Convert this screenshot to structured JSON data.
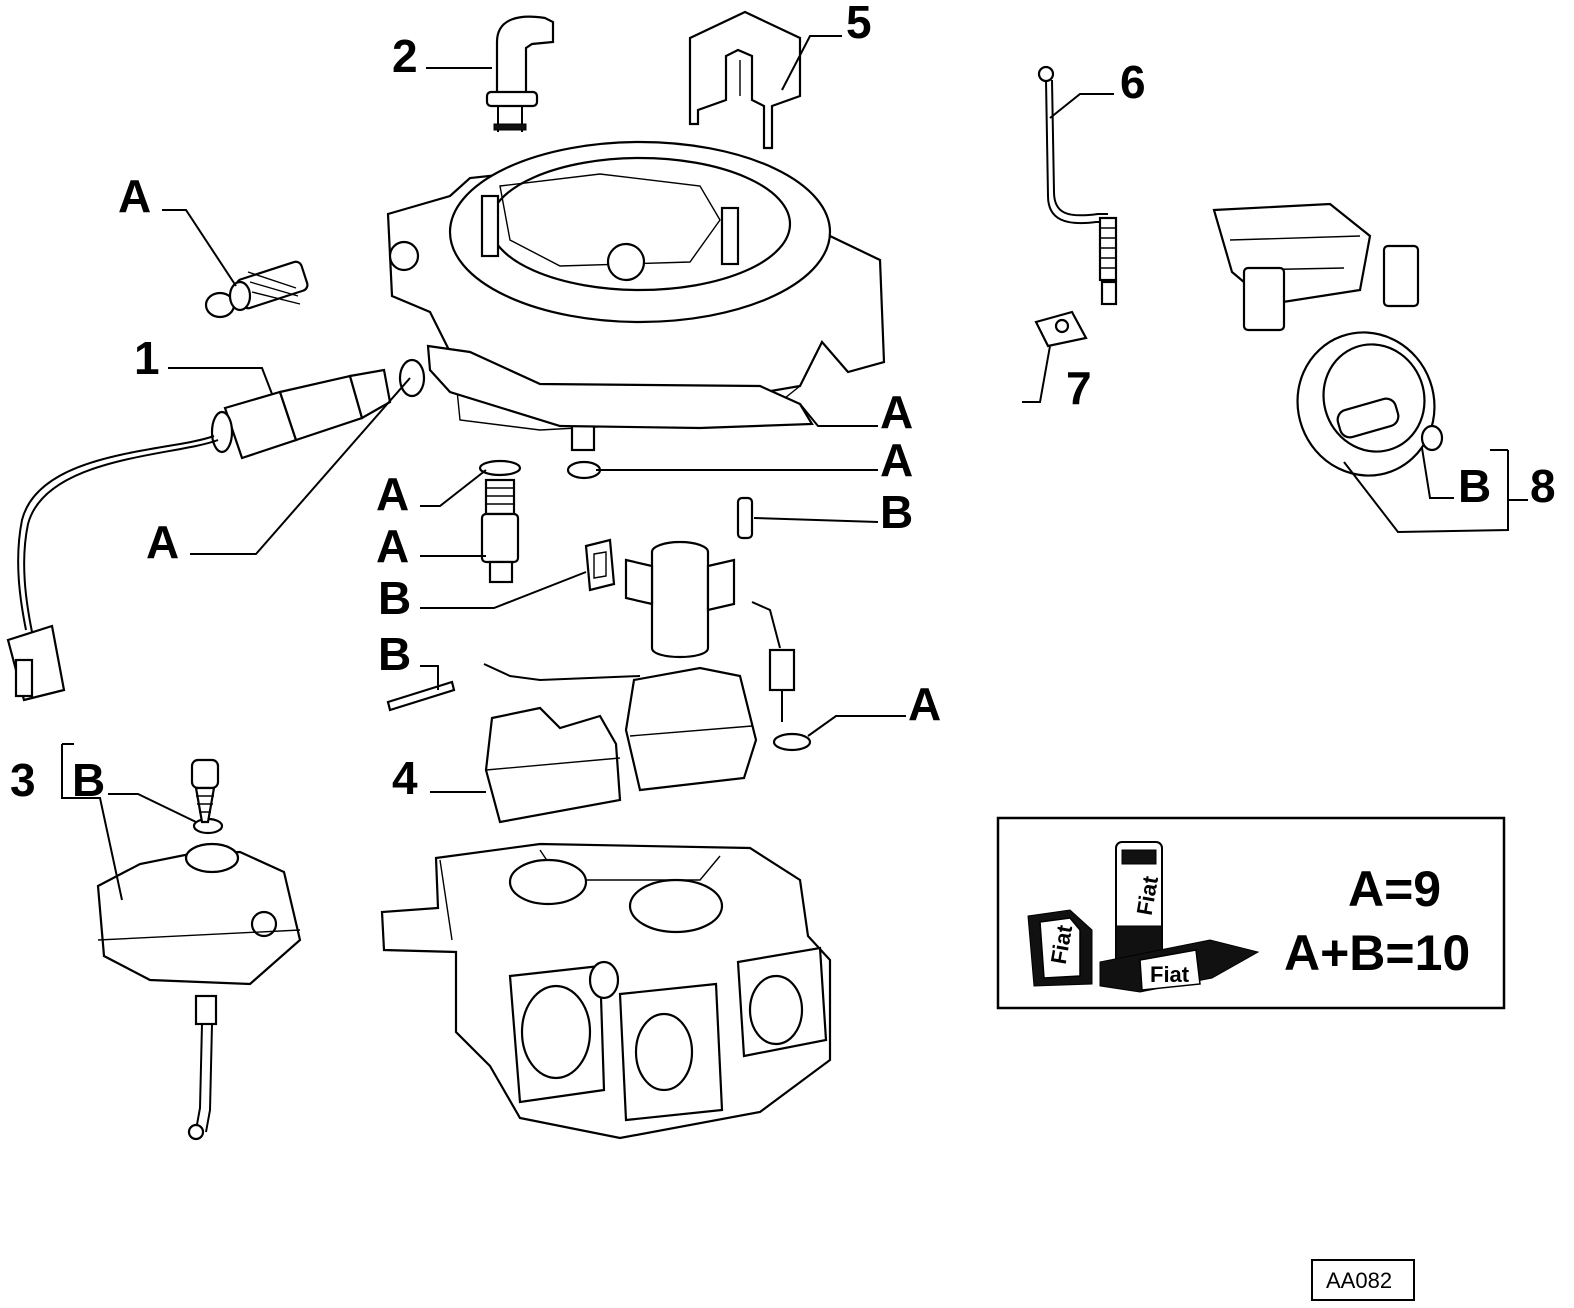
{
  "diagram": {
    "callouts": {
      "part_1": "1",
      "part_2": "2",
      "part_3": "3",
      "part_4": "4",
      "part_5": "5",
      "part_6": "6",
      "part_7": "7",
      "part_8": "8",
      "kit_a": "A",
      "kit_b": "B"
    },
    "legend": {
      "line_a": "A=9",
      "line_ab": "A+B=10",
      "brand_text": "Fiat"
    },
    "reference_code": "AA082"
  }
}
